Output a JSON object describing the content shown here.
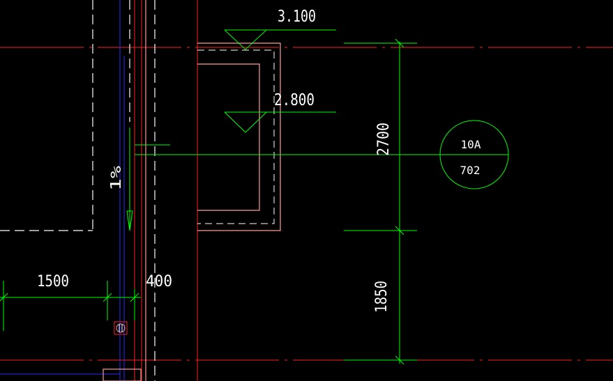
{
  "drawing": {
    "levels": {
      "upper": "3.100",
      "lower": "2.800"
    },
    "slope": "1%",
    "dimensions": {
      "width_left": "1500",
      "width_right": "400",
      "height_upper": "2700",
      "height_lower": "1850"
    },
    "detail_bubble": {
      "top": "10A",
      "bottom": "702"
    }
  },
  "colors": {
    "background": "#000000",
    "axis_red": "#ff2020",
    "wall_salmon": "#ff9a9a",
    "annotation_green": "#00ff00",
    "pipe_blue": "#2a2aff",
    "dashed_white": "#ffffff",
    "text": "#ffffff"
  }
}
